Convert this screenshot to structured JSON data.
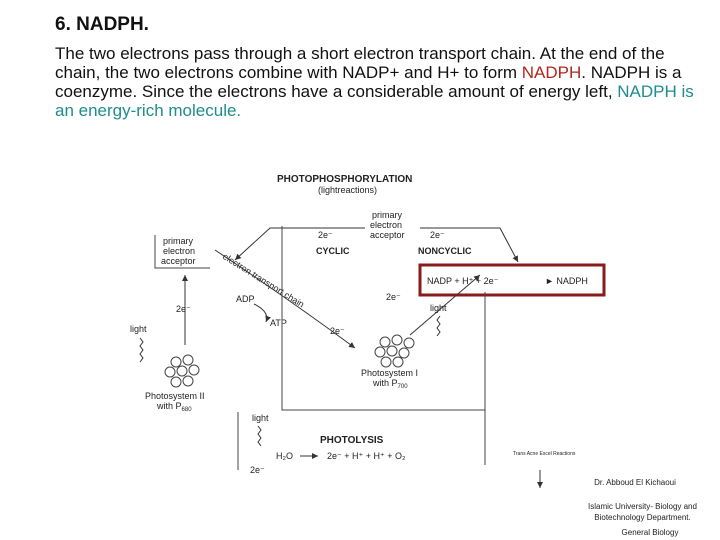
{
  "slide": {
    "title": "6. NADPH.",
    "para_1": "The two electrons pass through a short electron transport chain. At the end of the chain, the two electrons combine with NADP+ and H+ to form ",
    "para_hl_1": "NADPH",
    "para_2": ". NADPH is a coenzyme. Since the electrons have a considerable amount of energy left, ",
    "para_hl_2": "NADPH is an energy-rich molecule."
  },
  "diagram": {
    "heading": "PHOTOPHOSPHORYLATION",
    "subheading": "(lightreactions)",
    "top_acceptor_1": "primary",
    "top_acceptor_2": "electron",
    "top_acceptor_3": "acceptor",
    "left_acceptor_1": "primary",
    "left_acceptor_2": "electron",
    "left_acceptor_3": "acceptor",
    "cyclic": "CYCLIC",
    "noncyclic": "NONCYCLIC",
    "chain": "electron transport chain",
    "nadph_eq_left": "NADP + H⁺ + 2e⁻",
    "nadph_eq_right": "► NADPH",
    "adp": "ADP",
    "atp": "ATP",
    "e2": "2e⁻",
    "light": "light",
    "ps1_a": "Photosystem I",
    "ps1_b": "with P",
    "ps1_sub": "700",
    "ps2_a": "Photosystem II",
    "ps2_b": "with P",
    "ps2_sub": "680",
    "photolysis": "PHOTOLYSIS",
    "h2o": "H₂O",
    "photolysis_eq": "2e⁻ + H⁺ + H⁺ + O₂",
    "small_caption": "Trans Acne Excel Reactions"
  },
  "credits": {
    "author": "Dr. Abboud El Kichaoui",
    "institution": "Islamic University- Biology and Biotechnology Department.",
    "course": "General Biology"
  },
  "colors": {
    "red_highlight": "#b0281e",
    "teal_highlight": "#1f8c8c",
    "box_border": "#8b1a1a"
  }
}
